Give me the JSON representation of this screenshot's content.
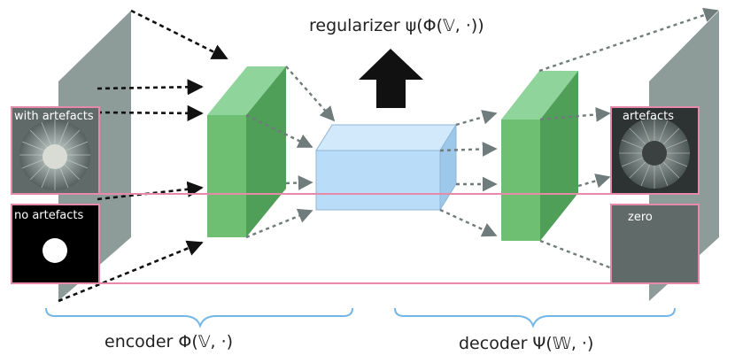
{
  "labels": {
    "regularizer": "regularizer ψ(Φ(𝕍, ·))",
    "encoder": "encoder Φ(𝕍, ·)",
    "decoder": "decoder Ψ(𝕎, ·)"
  },
  "panels": {
    "with_artefacts": "with artefacts",
    "no_artefacts": "no artefacts",
    "artefacts": "artefacts",
    "zero": "zero"
  },
  "colors": {
    "pink_frame": "#e58aa8",
    "panel_gray": "#5f6a69",
    "plane_gray": "#8e9c99",
    "green_front": "#6fbf73",
    "green_side": "#4f9f58",
    "green_top": "#8fd49a",
    "blue_front": "#b9dcf8",
    "blue_top": "#d2e9fb",
    "blue_side": "#9ec8ea",
    "arrow_dark": "#111111",
    "arrow_gray": "#6f7c7b",
    "brace_blue": "#74b6e8"
  }
}
